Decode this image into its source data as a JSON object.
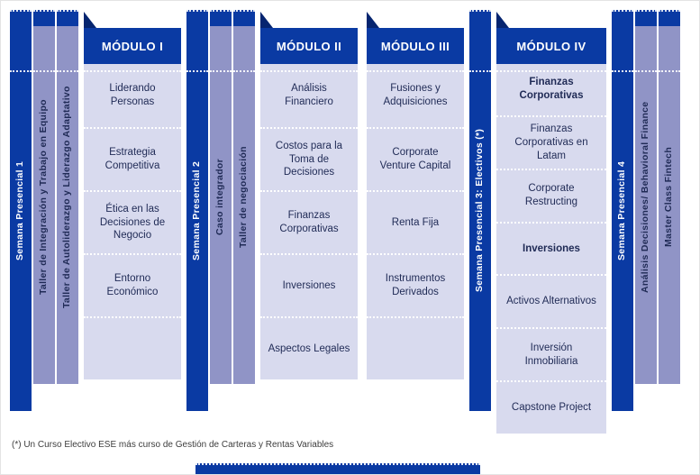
{
  "palette": {
    "primary_blue": "#0a3aa3",
    "fold_blue": "#062570",
    "band_purple": "#9094c6",
    "body_lavender": "#d8daee",
    "text_navy": "#1f2a55"
  },
  "columns": [
    {
      "type": "band",
      "style": "blue",
      "name": "semana-presencial-1",
      "label": "Semana Presencial 1"
    },
    {
      "type": "band",
      "style": "purple",
      "name": "taller-integracion",
      "label": "Taller de Integración y Trabajo en Equipo"
    },
    {
      "type": "band",
      "style": "purple",
      "name": "taller-autoliderazgo",
      "label": "Taller de Autoliderazgo y Liderazgo Adaptativo"
    },
    {
      "type": "module",
      "name": "modulo-1",
      "header": "MÓDULO I",
      "items": [
        {
          "label": "Liderando Personas"
        },
        {
          "label": "Estrategia Competitiva"
        },
        {
          "label": "Ética en las Decisiones de Negocio"
        },
        {
          "label": "Entorno Económico"
        }
      ]
    },
    {
      "type": "band",
      "style": "blue",
      "name": "semana-presencial-2",
      "label": "Semana Presencial 2"
    },
    {
      "type": "band",
      "style": "purple",
      "name": "caso-integrador",
      "label": "Caso integrador"
    },
    {
      "type": "band",
      "style": "purple",
      "name": "taller-negociacion",
      "label": "Taller de negociación"
    },
    {
      "type": "module",
      "name": "modulo-2",
      "header": "MÓDULO II",
      "items": [
        {
          "label": "Análisis Financiero"
        },
        {
          "label": "Costos para la Toma de Decisiones"
        },
        {
          "label": "Finanzas Corporativas"
        },
        {
          "label": "Inversiones"
        },
        {
          "label": "Aspectos Legales"
        }
      ]
    },
    {
      "type": "module",
      "name": "modulo-3",
      "header": "MÓDULO III",
      "items": [
        {
          "label": "Fusiones y Adquisiciones"
        },
        {
          "label": "Corporate Venture Capital"
        },
        {
          "label": "Renta Fija"
        },
        {
          "label": "Instrumentos Derivados"
        }
      ]
    },
    {
      "type": "band",
      "style": "blue",
      "name": "semana-presencial-3",
      "label": "Semana Presencial 3: Electivos (*)"
    },
    {
      "type": "module",
      "name": "modulo-4",
      "header": "MÓDULO IV",
      "items": [
        {
          "label": "Finanzas Corporativas",
          "bold": true
        },
        {
          "label": "Finanzas Corporativas en Latam"
        },
        {
          "label": "Corporate Restructing"
        },
        {
          "label": "Inversiones",
          "bold": true
        },
        {
          "label": "Activos Alternativos"
        },
        {
          "label": "Inversión Inmobiliaria"
        },
        {
          "label": "Capstone Project"
        }
      ]
    },
    {
      "type": "band",
      "style": "blue",
      "name": "semana-presencial-4",
      "label": "Semana Presencial 4"
    },
    {
      "type": "band",
      "style": "purple",
      "name": "analisis-decisiones",
      "label": "Análisis Decisiones/ Behavioral Finance"
    },
    {
      "type": "band",
      "style": "purple",
      "name": "master-class-fintech",
      "label": "Master Class Fintech"
    }
  ],
  "footnote": "(*) Un Curso Electivo ESE más curso de Gestión de Carteras y Rentas Variables"
}
